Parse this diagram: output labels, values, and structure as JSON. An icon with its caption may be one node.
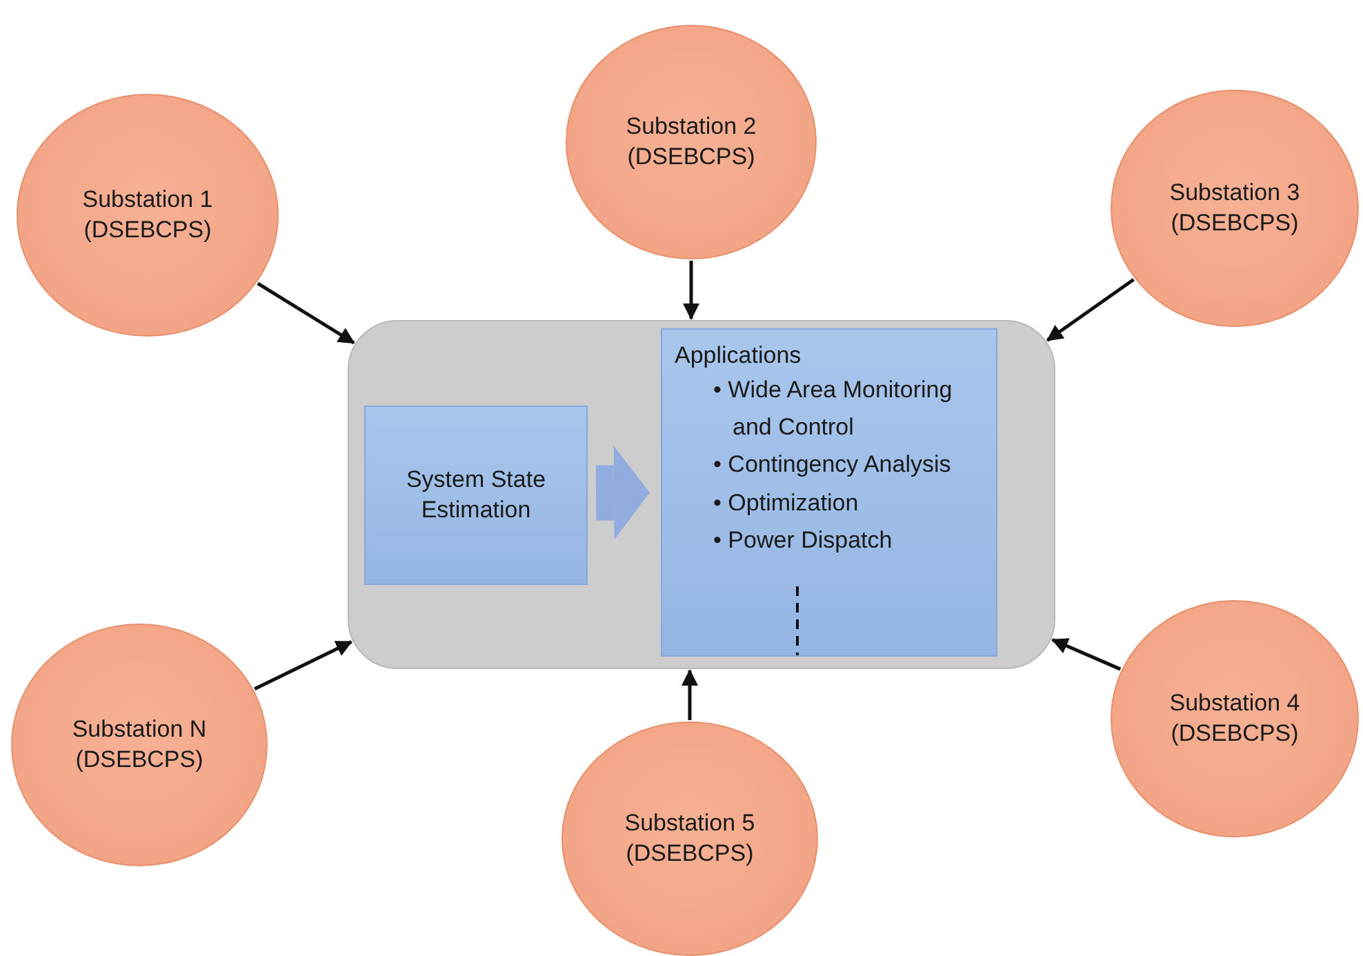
{
  "diagram": {
    "nodes": [
      {
        "text": [
          "Substation 2 (DSEBCPS)"
        ]
      },
      {
        "text": [
          "Substation 1 (DSEBCPS)"
        ]
      },
      {
        "text": [
          "Substation 3 (DSEBCPS)"
        ]
      },
      {
        "text": [],
        "shape": "box"
      },
      {
        "text": [
          "System State Estimation"
        ],
        "in": 3
      },
      {
        "text": [
          "Applications",
          "• Wide Area Monitoring and Control",
          "• Contingency Analysis",
          "• Optimization",
          "• Power Dispatch"
        ],
        "in": 3
      },
      {
        "text": [
          "Substation N (DSEBCPS)"
        ]
      },
      {
        "text": [
          "Substation 4 (DSEBCPS)"
        ]
      },
      {
        "text": [
          "Substation 5 (DSEBCPS)"
        ]
      }
    ],
    "edges": [
      {
        "from": 1,
        "to": 3,
        "arrow": "to"
      },
      {
        "from": 0,
        "to": 3,
        "arrow": "to"
      },
      {
        "from": 2,
        "to": 3,
        "arrow": "to"
      },
      {
        "from": 6,
        "to": 3,
        "arrow": "to"
      },
      {
        "from": 7,
        "to": 3,
        "arrow": "to"
      },
      {
        "from": 8,
        "to": 3,
        "arrow": "to"
      },
      {
        "from": 4,
        "to": 5,
        "arrow": "to",
        "style": "thick",
        "color": "#93acdf"
      }
    ]
  }
}
